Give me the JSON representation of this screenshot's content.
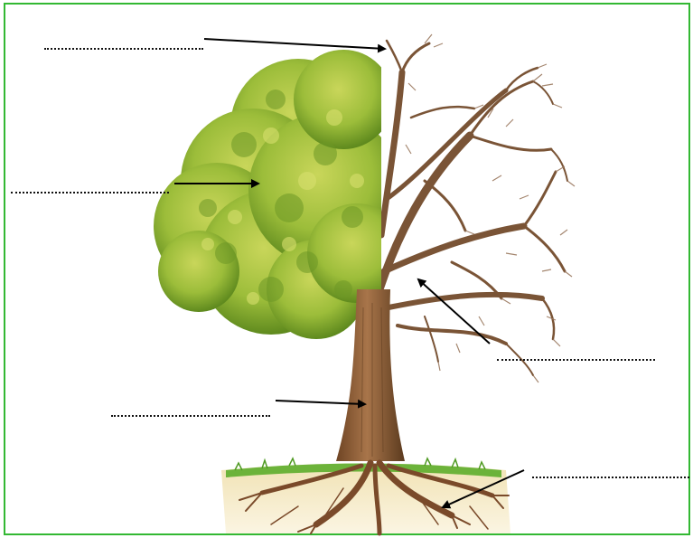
{
  "worksheet": {
    "frame_color": "#33b833",
    "label_blanks": [
      {
        "part": "top-of-crown",
        "value": ""
      },
      {
        "part": "leaves",
        "value": ""
      },
      {
        "part": "branches",
        "value": ""
      },
      {
        "part": "trunk",
        "value": ""
      },
      {
        "part": "roots",
        "value": ""
      }
    ]
  },
  "illustration": {
    "subject": "tree-half-leafy-half-bare",
    "colors": {
      "foliage": "#9cbd3a",
      "foliage_dark": "#5f8a1e",
      "bark": "#8a5a33",
      "bark_dark": "#5b3a1e",
      "grass": "#6cb33a",
      "soil": "#f3e6bf",
      "arrow": "#000000"
    }
  }
}
